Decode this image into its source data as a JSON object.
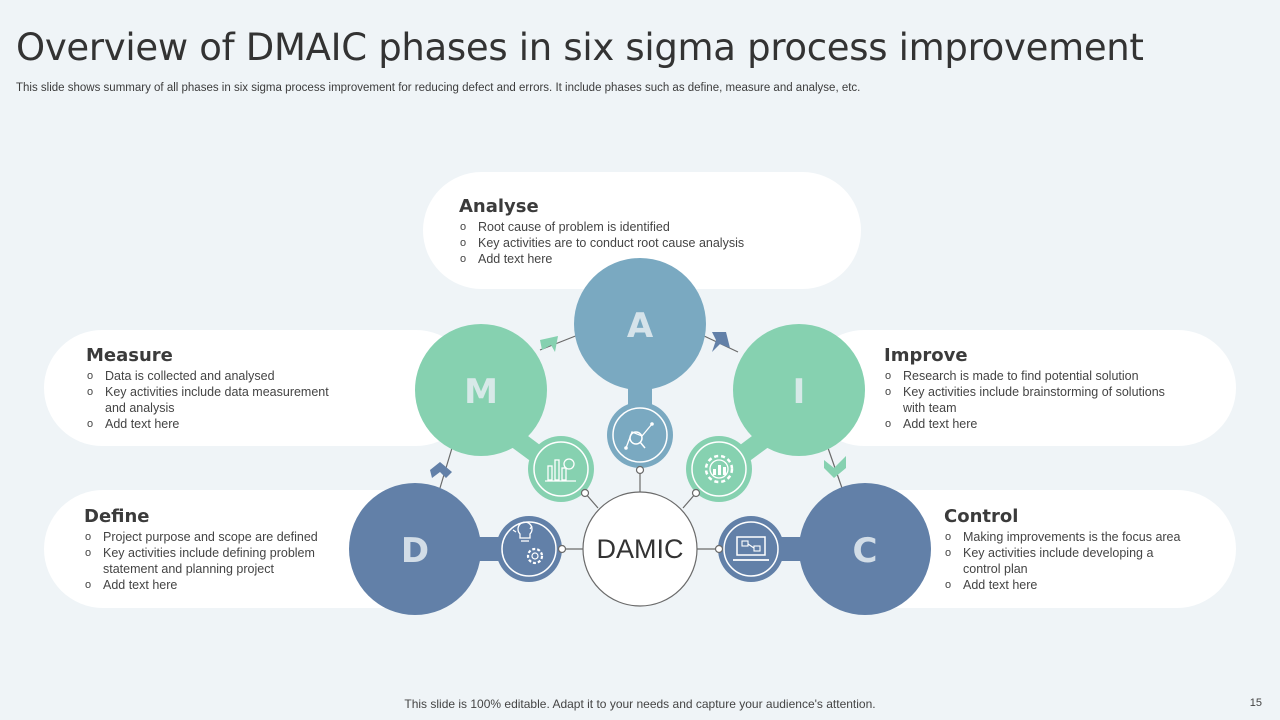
{
  "header": {
    "title": "Overview of DMAIC phases in six sigma process improvement",
    "subtitle": "This slide shows summary of all phases in six sigma process improvement for reducing defect and errors. It include phases such as define, measure and analyse, etc."
  },
  "center": {
    "label": "DAMIC"
  },
  "phases": {
    "analyse": {
      "letter": "A",
      "title": "Analyse",
      "bullets": [
        "Root cause of problem is identified",
        "Key activities are to conduct root cause analysis",
        "Add text here"
      ]
    },
    "measure": {
      "letter": "M",
      "title": "Measure",
      "bullets": [
        "Data is collected and analysed",
        "Key activities include data measurement",
        "and analysis",
        "Add text here"
      ]
    },
    "improve": {
      "letter": "I",
      "title": "Improve",
      "bullets": [
        "Research is made to find potential solution",
        "Key activities include brainstorming of solutions",
        "with team",
        "Add text here"
      ]
    },
    "define": {
      "letter": "D",
      "title": "Define",
      "bullets": [
        "Project purpose and scope are defined",
        "Key activities include defining problem",
        "statement and planning project",
        "Add text here"
      ]
    },
    "control": {
      "letter": "C",
      "title": "Control",
      "bullets": [
        "Making improvements is the focus area",
        "Key activities include developing a",
        "control plan",
        "Add text here"
      ]
    }
  },
  "footer": {
    "note": "This slide is 100% editable. Adapt it to your needs and capture your audience's attention.",
    "page": "15"
  },
  "colors": {
    "blue": "#6280a8",
    "teal": "#7aa9c1",
    "green": "#86d1b0",
    "background": "#eff4f7"
  },
  "icons": [
    "chart-icon",
    "gear-chart-icon",
    "analysis-icon",
    "idea-gear-icon",
    "monitor-icon"
  ]
}
